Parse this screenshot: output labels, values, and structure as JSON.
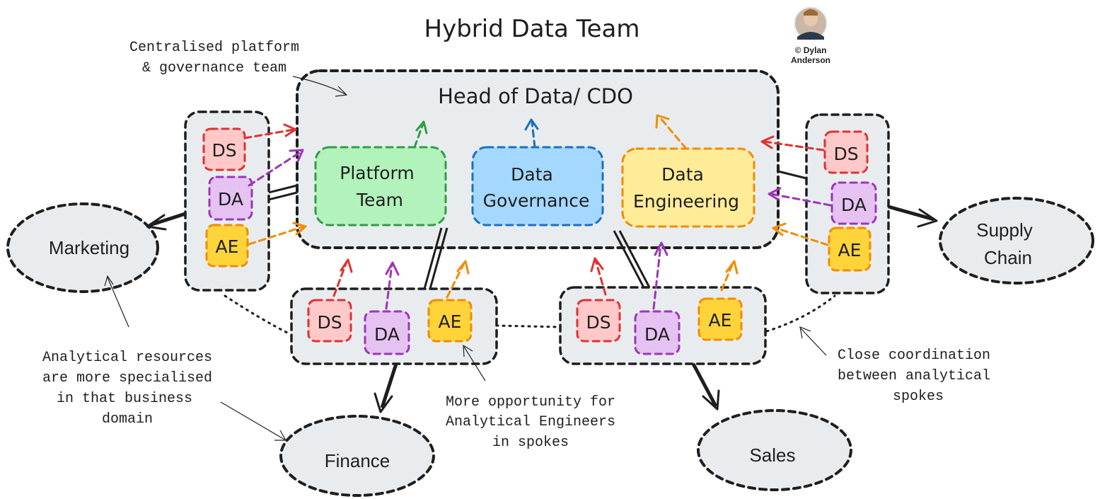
{
  "title": "Hybrid Data Team",
  "author": {
    "line1": "© Dylan",
    "line2": "Anderson"
  },
  "hub": {
    "title": "Head of Data/ CDO",
    "platform": {
      "line1": "Platform",
      "line2": "Team"
    },
    "governance": {
      "line1": "Data",
      "line2": "Governance"
    },
    "engineering": {
      "line1": "Data",
      "line2": "Engineering"
    }
  },
  "roles": {
    "ds": "DS",
    "da": "DA",
    "ae": "AE"
  },
  "domains": {
    "marketing": "Marketing",
    "finance": "Finance",
    "sales": "Sales",
    "supply_line1": "Supply",
    "supply_line2": "Chain"
  },
  "notes": {
    "central": [
      "Centralised platform",
      "& governance team"
    ],
    "specialised": [
      "Analytical resources",
      "are more specialised",
      "in that business",
      "domain"
    ],
    "opportunity": [
      "More opportunity for",
      "Analytical Engineers",
      "in spokes"
    ],
    "coordination": [
      "Close coordination",
      "between analytical",
      "spokes"
    ]
  },
  "colors": {
    "ds_fill": "#ffc9c9",
    "ds_stroke": "#e03131",
    "da_fill": "#e5c2f2",
    "da_stroke": "#9c36b5",
    "ae_fill": "#ffd43b",
    "ae_stroke": "#f08c00",
    "platform_fill": "#b2f2bb",
    "platform_stroke": "#2f9e44",
    "governance_fill": "#a5d8ff",
    "governance_stroke": "#1971c2",
    "engineering_fill": "#ffec99",
    "engineering_stroke": "#f08c00",
    "container_fill": "#e9ecef"
  }
}
